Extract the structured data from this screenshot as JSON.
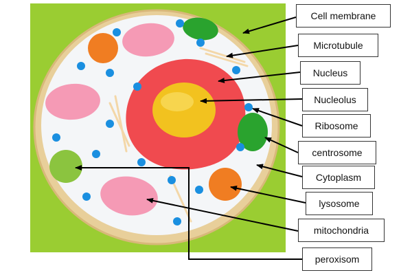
{
  "labels": {
    "cell_membrane": "Cell membrane",
    "microtubule": "Microtubule",
    "nucleus": "Nucleus",
    "nucleolus": "Nucleolus",
    "ribosome": "Ribosome",
    "centrosome": "centrosome",
    "cytoplasm": "Cytoplasm",
    "lysosome": "lysosome",
    "mitochondria": "mitochondria",
    "peroxisom": "peroxisom"
  },
  "colors": {
    "plate_green": "#9acd32",
    "cookie": "#e8cf9a",
    "icing": "#f4f6f8",
    "nucleus": "#f04a4f",
    "nucleolus": "#f2c21f",
    "mitochondria": "#f59ab5",
    "lysosome": "#f07d22",
    "centrosome": "#2aa32e",
    "peroxisome": "#8bc43f",
    "ribosome": "#1a8fe0",
    "microtubule": "#f3d7a8",
    "line": "#000000"
  }
}
